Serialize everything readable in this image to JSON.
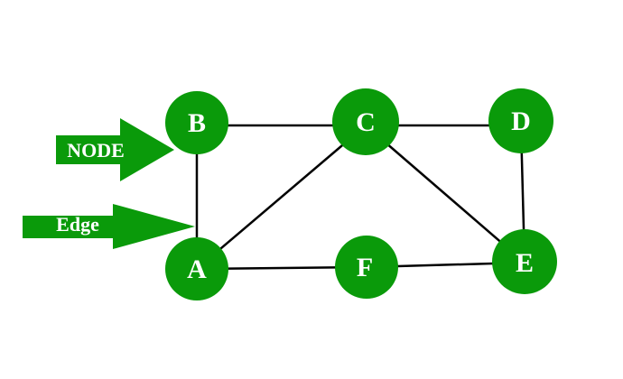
{
  "colors": {
    "node_fill": "#0a9a0a",
    "node_text": "#ffffff",
    "edge": "#000000",
    "arrow_fill": "#0a9a0a",
    "background": "#ffffff"
  },
  "nodes": [
    {
      "id": "A",
      "label": "A"
    },
    {
      "id": "B",
      "label": "B"
    },
    {
      "id": "C",
      "label": "C"
    },
    {
      "id": "D",
      "label": "D"
    },
    {
      "id": "E",
      "label": "E"
    },
    {
      "id": "F",
      "label": "F"
    }
  ],
  "edges": [
    {
      "from": "B",
      "to": "C"
    },
    {
      "from": "C",
      "to": "D"
    },
    {
      "from": "B",
      "to": "A"
    },
    {
      "from": "A",
      "to": "C"
    },
    {
      "from": "C",
      "to": "E"
    },
    {
      "from": "D",
      "to": "E"
    },
    {
      "from": "A",
      "to": "F"
    },
    {
      "from": "F",
      "to": "E"
    }
  ],
  "annotations": {
    "node_arrow_label": "NODE",
    "edge_arrow_label": "Edge"
  }
}
